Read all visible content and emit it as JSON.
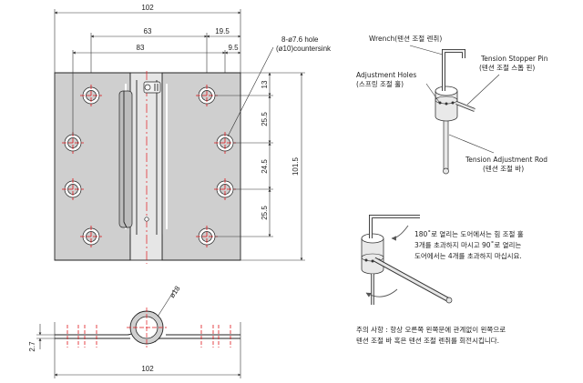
{
  "dimensions": {
    "overall_width": "102",
    "hole_span_63": "63",
    "hole_span_83": "83",
    "offset_19_5": "19.5",
    "offset_9_5": "9.5",
    "vert_13": "13",
    "vert_25_5_top": "25.5",
    "vert_24_5": "24.5",
    "vert_25_5_bottom": "25.5",
    "overall_height": "101.5",
    "knuckle_dia": "ø18",
    "thickness": "2.7",
    "bottom_width": "102"
  },
  "hole_note": {
    "line1": "8-ø7.6 hole",
    "line2": "(ø10)countersink"
  },
  "parts": {
    "wrench": "Wrench(텐션 조절 렌취)",
    "stopper_en": "Tension Stopper Pin",
    "stopper_ko": "(텐션 조절 스톱 핀)",
    "holes_en": "Adjustment Holes",
    "holes_ko": "(스프링 조절 홀)",
    "rod_en": "Tension Adjustment Rod",
    "rod_ko": "(텐션 조절 바)"
  },
  "instructions": {
    "line1": "180˚로 열리는 도어에서는 힘 조절 홀",
    "line2": "3개를 초과하지 마시고 90˚로 열리는",
    "line3": "도어에서는 4개를 초과하지 마십시요."
  },
  "caution": {
    "line1": "주의 사항 : 항상 오른쪽 왼쪽문에 관계없이 왼쪽으로",
    "line2": "텐션 조절 바 혹은 텐션 조절 렌취를 회전시킵니다."
  }
}
